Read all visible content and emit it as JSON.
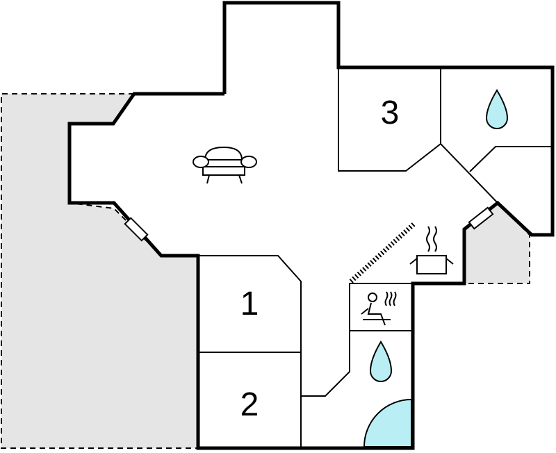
{
  "rooms": [
    {
      "label": "1"
    },
    {
      "label": "2"
    },
    {
      "label": "3"
    }
  ],
  "icons": {
    "living": "sofa-icon",
    "kitchen": "cooking-pot-icon",
    "sauna": "sauna-person-icon",
    "bathroom": "water-drop-icon",
    "shower": "shower-quarter-circle-icon",
    "window": "window-icon"
  },
  "colors": {
    "terrace": "#e5e5e5",
    "water": "#b8eef4",
    "wall": "#000000",
    "background": "#ffffff"
  }
}
